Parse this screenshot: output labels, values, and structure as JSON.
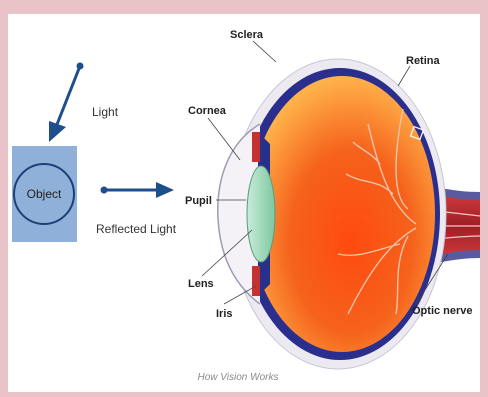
{
  "diagram": {
    "title": "How Vision Works",
    "left": {
      "light_label": "Light",
      "object_label": "Object",
      "reflected_label": "Reflected Light"
    },
    "eye_labels": {
      "sclera": "Sclera",
      "retina": "Retina",
      "cornea": "Cornea",
      "pupil": "Pupil",
      "lens": "Lens",
      "iris": "Iris",
      "optic_nerve": "Optic nerve"
    },
    "colors": {
      "background_border": "#e9c3c7",
      "object_box": "#8fb0d8",
      "arrow": "#1f4e8c",
      "eye_inner": "#f25a1e",
      "eye_outer_rim": "#2a2f8e",
      "nerve": "#b0262b"
    }
  }
}
